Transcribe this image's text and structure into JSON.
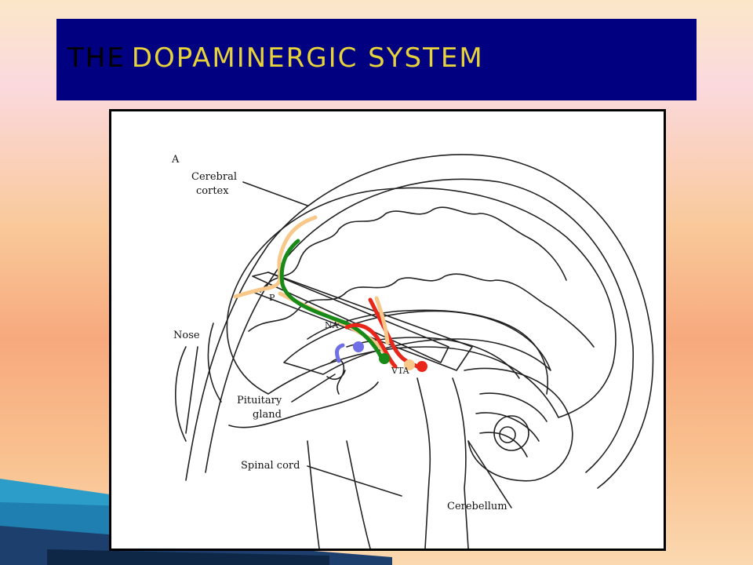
{
  "title": {
    "part1": "THE",
    "part2": "DOPAMINERGIC SYSTEM"
  },
  "labels": {
    "panel": "A",
    "cerebral_cortex_1": "Cerebral",
    "cerebral_cortex_2": "cortex",
    "nose": "Nose",
    "pituitary_1": "Pituitary",
    "pituitary_2": "gland",
    "spinal_cord": "Spinal cord",
    "cerebellum": "Cerebellum",
    "vta": "VTA",
    "na": "NA",
    "p": "P"
  },
  "colors": {
    "title_bar": "#000080",
    "title_accent": "#e6d23a",
    "pathway_orange": "#f7c88a",
    "pathway_green": "#178a17",
    "pathway_red": "#e8261a",
    "pathway_blue": "#6f6fe8"
  }
}
